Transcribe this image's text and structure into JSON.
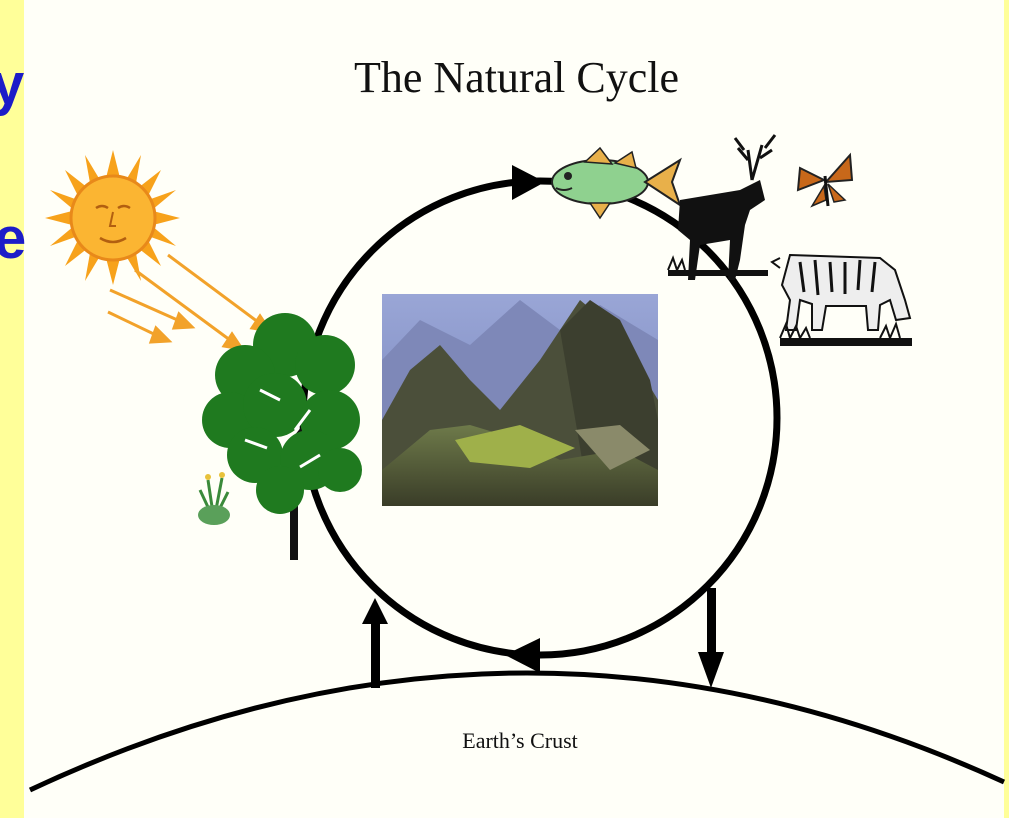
{
  "slide": {
    "edge_text_top": "y",
    "edge_text_middle": "e"
  },
  "diagram": {
    "title": "The Natural Cycle",
    "crust_label": "Earth’s Crust",
    "illustrations": [
      "sun-icon",
      "sun-ray-arrows",
      "tree-icon",
      "small-plant-icon",
      "fish-icon",
      "deer-icon",
      "butterfly-icon",
      "tiger-icon",
      "mountain-ruins-photo"
    ],
    "cycle_direction": "clockwise",
    "flows": [
      "up-from-crust",
      "down-to-crust"
    ]
  },
  "colors": {
    "background": "#ffff99",
    "page": "#fffff8",
    "edge_text": "#1c1cc8",
    "sun": "#f7a21b",
    "tree": "#1f7a1f",
    "line": "#000000"
  }
}
